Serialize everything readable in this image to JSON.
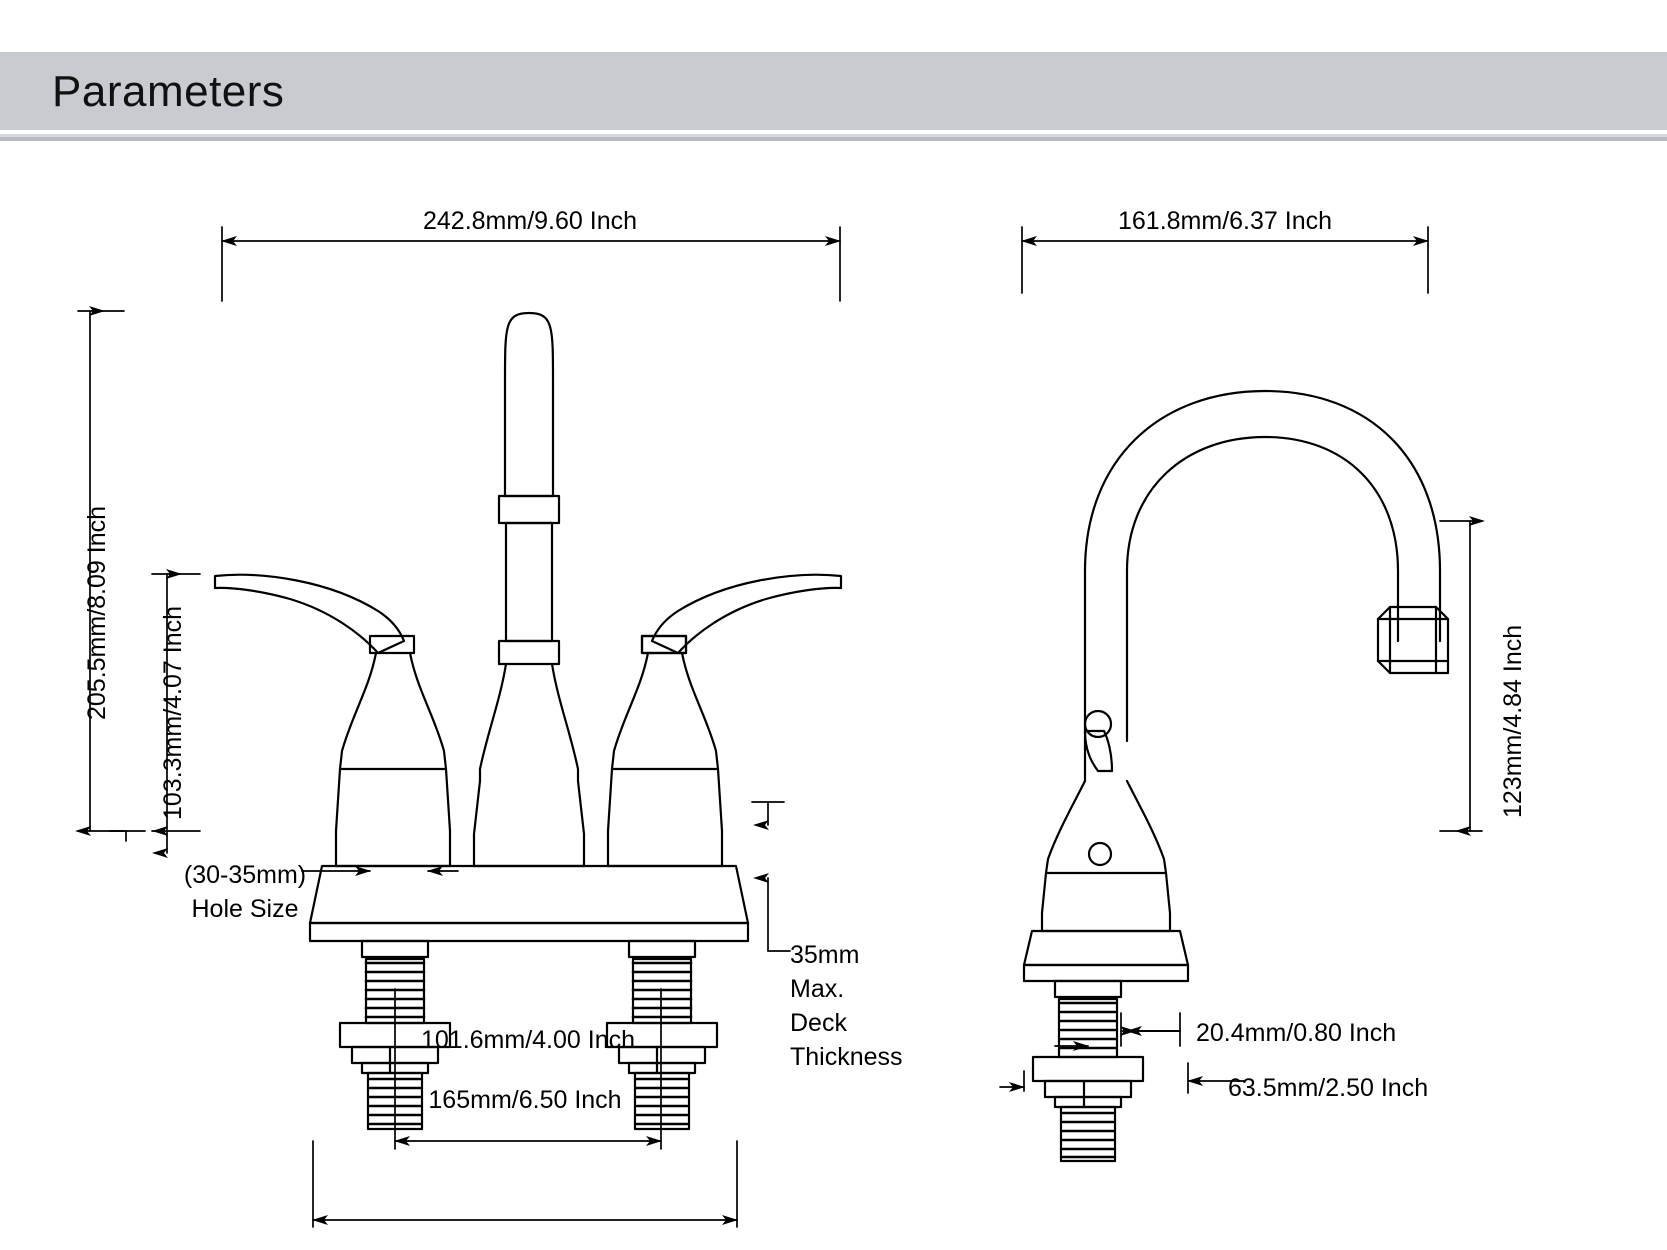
{
  "header": {
    "title": "Parameters"
  },
  "drawing": {
    "type": "technical-dimension-drawing",
    "subject": "centerset bathroom faucet",
    "views": [
      {
        "name": "front-view",
        "position": "left"
      },
      {
        "name": "side-view",
        "position": "right"
      }
    ]
  },
  "dimensions": {
    "front_overall_width": {
      "label": "242.8mm/9.60 Inch",
      "mm": 242.8,
      "inch": 9.6,
      "orientation": "horizontal",
      "view": "front"
    },
    "front_overall_height": {
      "label": "205.5mm/8.09 Inch",
      "mm": 205.5,
      "inch": 8.09,
      "orientation": "vertical",
      "view": "front"
    },
    "front_handle_height": {
      "label": "103.3mm/4.07 Inch",
      "mm": 103.3,
      "inch": 4.07,
      "orientation": "vertical",
      "view": "front"
    },
    "front_hole_spacing": {
      "label": "101.6mm/4.00 Inch",
      "mm": 101.6,
      "inch": 4.0,
      "orientation": "horizontal",
      "view": "front"
    },
    "front_base_width": {
      "label": "165mm/6.50 Inch",
      "mm": 165,
      "inch": 6.5,
      "orientation": "horizontal",
      "view": "front"
    },
    "hole_size": {
      "line1": "(30-35mm)",
      "line2": "Hole Size"
    },
    "deck_thickness": {
      "line1": "35mm",
      "line2": "Max.",
      "line3": "Deck",
      "line4": "Thickness"
    },
    "side_spout_reach": {
      "label": "161.8mm/6.37 Inch",
      "mm": 161.8,
      "inch": 6.37,
      "orientation": "horizontal",
      "view": "side"
    },
    "side_spout_height": {
      "label": "123mm/4.84 Inch",
      "mm": 123,
      "inch": 4.84,
      "orientation": "vertical",
      "view": "side"
    },
    "side_small_depth": {
      "label": "20.4mm/0.80 Inch",
      "mm": 20.4,
      "inch": 0.8,
      "orientation": "horizontal",
      "view": "side"
    },
    "side_base_depth": {
      "label": "63.5mm/2.50 Inch",
      "mm": 63.5,
      "inch": 2.5,
      "orientation": "horizontal",
      "view": "side"
    }
  },
  "colors": {
    "header_bg": "#c8cbd0",
    "rule_light": "#d7d9dd",
    "rule_dark": "#b9bcc2",
    "line": "#000000",
    "page_bg": "#ffffff"
  }
}
